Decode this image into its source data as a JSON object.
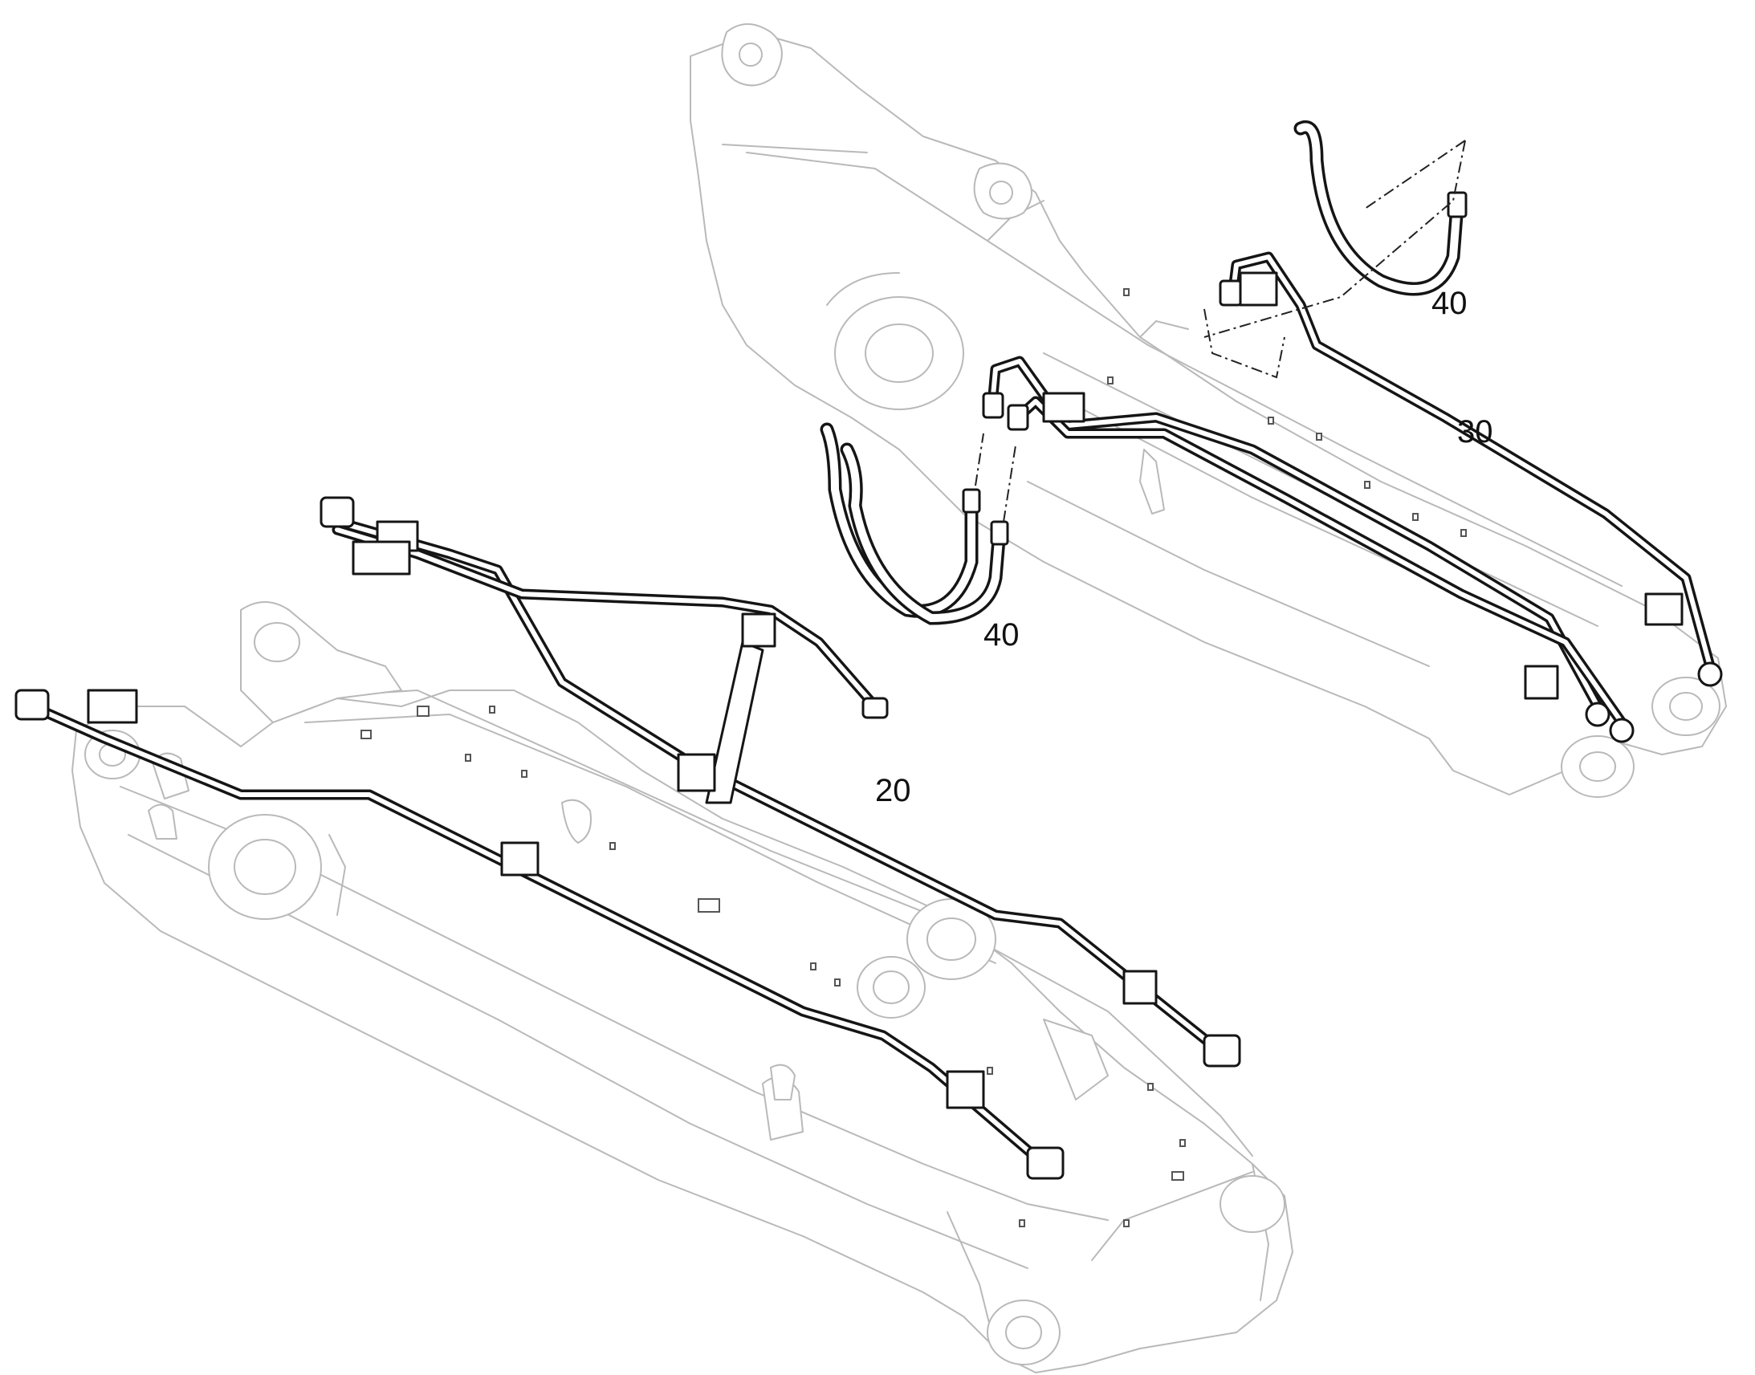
{
  "figure": {
    "labels": {
      "hose_set_upper": "40",
      "hose_set_lower": "40",
      "arm_pipes": "30",
      "boom_pipes": "20"
    }
  }
}
